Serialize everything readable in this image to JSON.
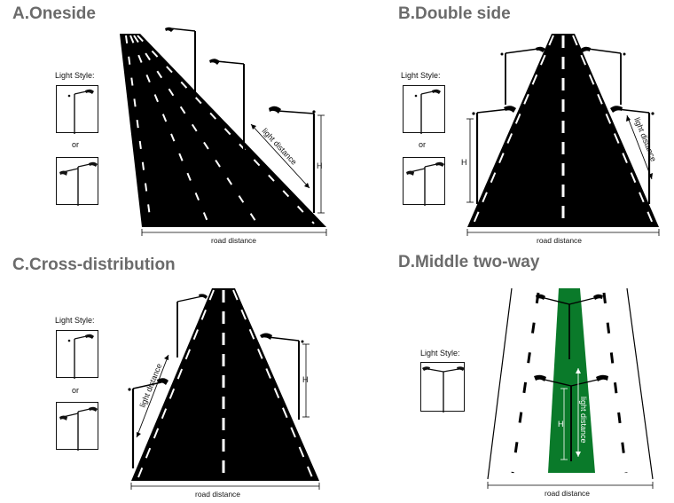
{
  "panels": {
    "a": {
      "title": "A.Oneside",
      "light_style": "Light Style:",
      "or": "or",
      "light_distance": "light distance",
      "h": "H",
      "road_distance": "road distance"
    },
    "b": {
      "title": "B.Double side",
      "light_style": "Light Style:",
      "or": "or",
      "light_distance": "light distance",
      "h": "H",
      "road_distance": "road distance"
    },
    "c": {
      "title": "C.Cross-distribution",
      "light_style": "Light Style:",
      "or": "or",
      "light_distance": "light distance",
      "h": "H",
      "road_distance": "road distance"
    },
    "d": {
      "title": "D.Middle two-way",
      "light_style": "Light Style:",
      "light_distance": "light distance",
      "h": "H",
      "road_distance": "road distance"
    }
  },
  "colors": {
    "title": "#6b6b6b",
    "road": "#000000",
    "lane_mark": "#ffffff",
    "median": "#0a7a2a",
    "line": "#111111"
  },
  "icons": [
    "single-arm-lamp-icon",
    "double-arm-lamp-icon",
    "street-lamp-icon"
  ]
}
